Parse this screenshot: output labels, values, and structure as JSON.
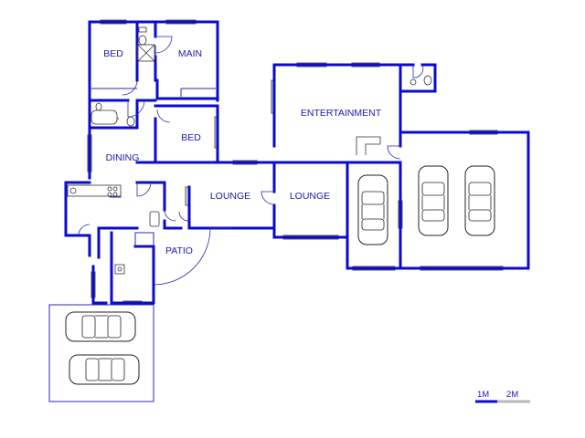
{
  "rooms": {
    "bed_top": "BED",
    "main": "MAIN",
    "entertainment": "ENTERTAINMENT",
    "bed_mid": "BED",
    "dining": "DINING",
    "lounge_left": "LOUNGE",
    "lounge_right": "LOUNGE",
    "patio": "PATIO"
  },
  "scale": {
    "label_1": "1M",
    "label_2": "2M"
  },
  "colors": {
    "wall": "#0a0ad2",
    "label": "#1a1aa8",
    "window": "#cfe9cf"
  }
}
